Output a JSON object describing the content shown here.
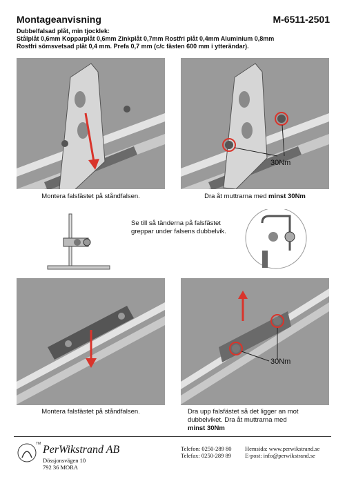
{
  "header": {
    "title": "Montageanvisning",
    "doc_number": "M-6511-2501"
  },
  "specs": {
    "line1": "Dubbelfalsad plåt, min tjocklek:",
    "line2": "Stålplåt 0,6mm Kopparplåt 0,6mm Zinkplåt 0,7mm Rostfri plåt 0,4mm Aluminium 0,8mm",
    "line3": "Rostfri sömsvetsad plåt 0,4 mm. Prefa 0,7 mm (c/c fästen 600 mm i ytterändar)."
  },
  "steps": {
    "step1_caption": "Montera falsfästet på ståndfalsen.",
    "step2_caption_prefix": "Dra åt muttrarna med ",
    "step2_caption_bold": "minst 30Nm",
    "torque_label": "30Nm",
    "middle_note": "Se till så tänderna på falsfästet greppar under falsens dubbelvik.",
    "step3_caption": "Montera falsfästet på ståndfalsen.",
    "step4_caption_line1": "Dra upp falsfästet så det ligger an mot",
    "step4_caption_line2": "dubbelviket. Dra åt muttrarna med",
    "step4_caption_bold": "minst 30Nm",
    "torque_label_2": "30Nm"
  },
  "footer": {
    "company": "PerWikstrand AB",
    "trademark": "TM",
    "address_line1": "Dössjonsvägen 10",
    "address_line2": "792 36 MORA",
    "phone": "Telefon: 0250-289 80",
    "fax": "Telefax: 0250-289 89",
    "web": "Hemsida: www.perwikstrand.se",
    "email": "E-post: info@perwikstrand.se"
  },
  "colors": {
    "panel_bg": "#9a9a9a",
    "arrow_red": "#d9342b",
    "metal": "#d6d6d6"
  }
}
